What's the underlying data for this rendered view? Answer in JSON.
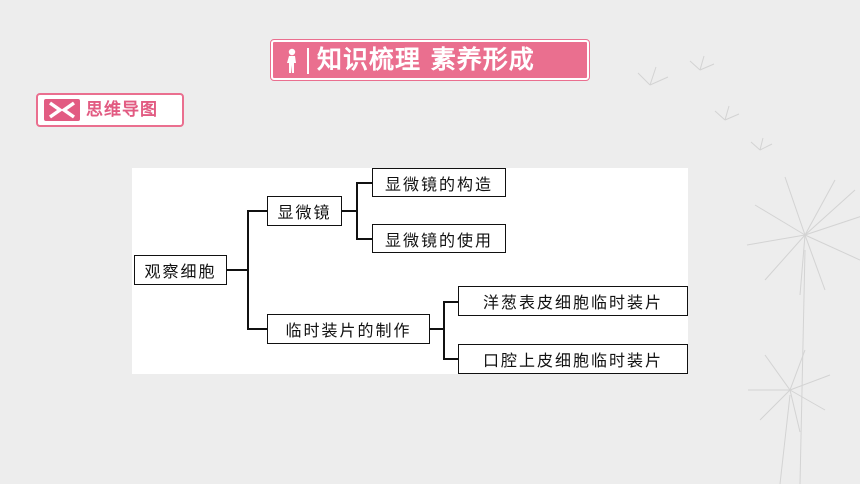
{
  "header": {
    "title": "知识梳理 素养形成",
    "icon": "person-icon"
  },
  "section": {
    "label": "思维导图",
    "icon": "crossed-arrows-icon"
  },
  "mindmap": {
    "root": "观察细胞",
    "branches": [
      {
        "label": "显微镜",
        "children": [
          "显微镜的构造",
          "显微镜的使用"
        ]
      },
      {
        "label": "临时装片的制作",
        "children": [
          "洋葱表皮细胞临时装片",
          "口腔上皮细胞临时装片"
        ]
      }
    ]
  },
  "colors": {
    "accent": "#ea6f8f",
    "background": "#ededed"
  }
}
